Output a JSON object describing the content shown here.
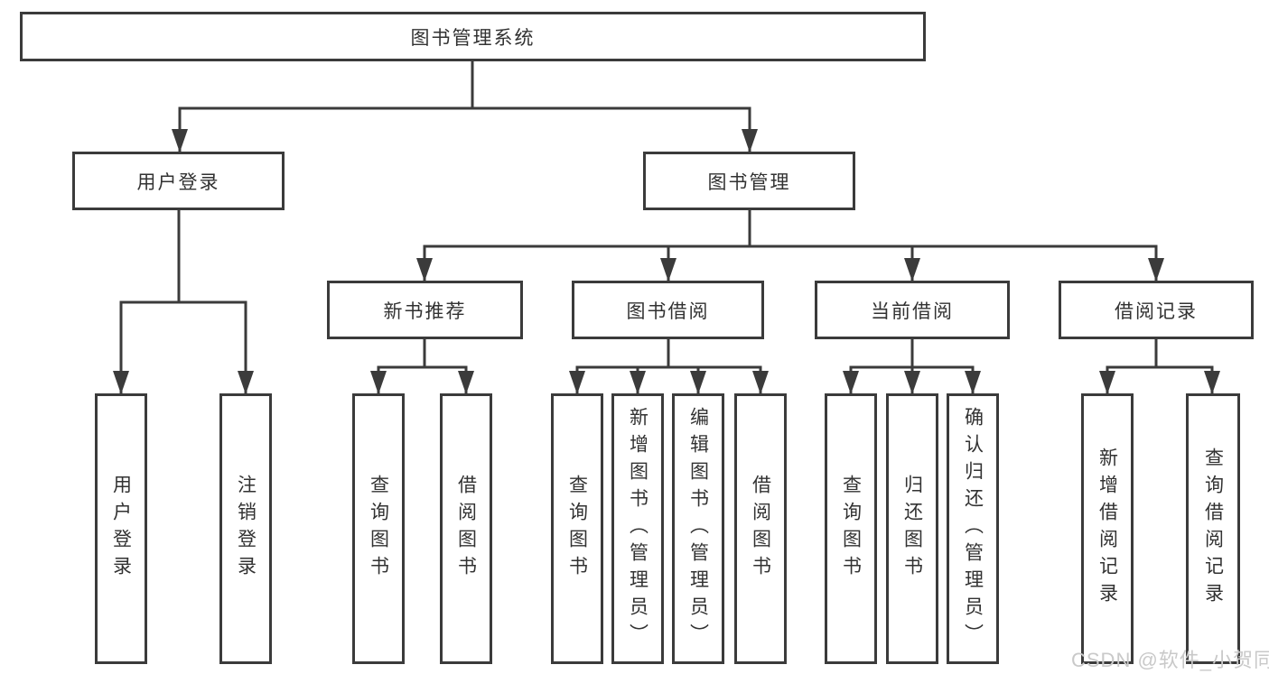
{
  "diagram": {
    "title": "图书管理系统",
    "root": {
      "label": "图书管理系统"
    },
    "level2": [
      {
        "label": "用户登录"
      },
      {
        "label": "图书管理"
      }
    ],
    "level3": [
      {
        "label": "新书推荐",
        "parent": "图书管理"
      },
      {
        "label": "图书借阅",
        "parent": "图书管理"
      },
      {
        "label": "当前借阅",
        "parent": "图书管理"
      },
      {
        "label": "借阅记录",
        "parent": "图书管理"
      }
    ],
    "leaves": [
      {
        "label": "用户登录",
        "parent": "用户登录"
      },
      {
        "label": "注销登录",
        "parent": "用户登录"
      },
      {
        "label": "查询图书",
        "parent": "新书推荐"
      },
      {
        "label": "借阅图书",
        "parent": "新书推荐"
      },
      {
        "label": "查询图书",
        "parent": "图书借阅"
      },
      {
        "label": "新增图书（管理员）",
        "parent": "图书借阅"
      },
      {
        "label": "编辑图书（管理员）",
        "parent": "图书借阅"
      },
      {
        "label": "借阅图书",
        "parent": "图书借阅"
      },
      {
        "label": "查询图书",
        "parent": "当前借阅"
      },
      {
        "label": "归还图书",
        "parent": "当前借阅"
      },
      {
        "label": "确认归还（管理员）",
        "parent": "当前借阅"
      },
      {
        "label": "新增借阅记录",
        "parent": "借阅记录"
      },
      {
        "label": "查询借阅记录",
        "parent": "借阅记录"
      }
    ]
  },
  "watermark": {
    "text": "CSDN @软件_小贺同学",
    "color": "#c9c9c9"
  },
  "colors": {
    "line": "#3b3b3b",
    "text": "#323232",
    "background": "#ffffff"
  }
}
